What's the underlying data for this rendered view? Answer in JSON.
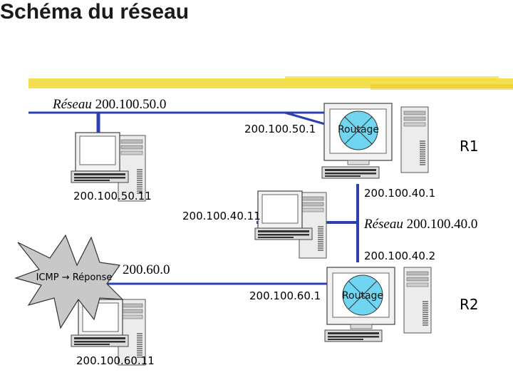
{
  "title": "Schéma du réseau",
  "networks": {
    "net50": {
      "prefix": "Réseau",
      "address": "200.100.50.0"
    },
    "net40": {
      "prefix": "Réseau",
      "address": "200.100.40.0"
    },
    "net60": {
      "address_fragment": "200.60.0"
    }
  },
  "hosts": {
    "host50": "200.100.50.11",
    "host40": "200.100.40.11",
    "host60": "200.100.60.11"
  },
  "routers": {
    "r1": {
      "name": "R1",
      "label": "Routage",
      "if_50": "200.100.50.1",
      "if_40": "200.100.40.1"
    },
    "r2": {
      "name": "R2",
      "label": "Routage",
      "if_40": "200.100.40.2",
      "if_60": "200.100.60.1"
    }
  },
  "burst": {
    "text": "ICMP → Réponse"
  },
  "colors": {
    "link": "#2e3fb0",
    "title_underline": "#f2dc3c",
    "bg": "#ffffff",
    "monitor": "#6fd5f0"
  }
}
